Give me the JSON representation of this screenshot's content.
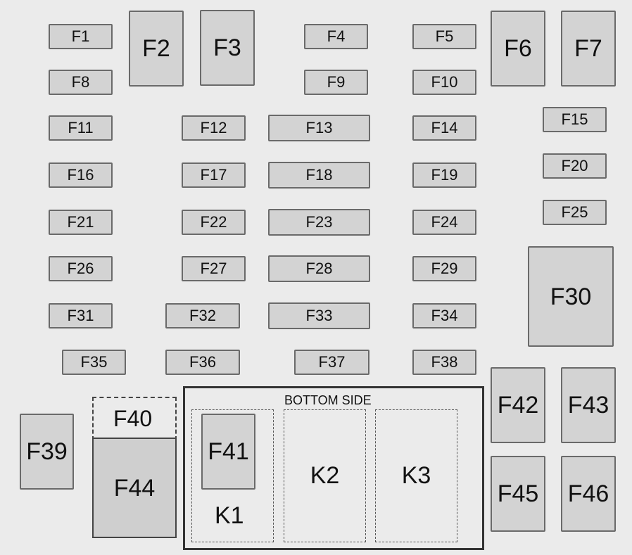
{
  "small_fuses": [
    "F1",
    "F4",
    "F5",
    "F8",
    "F9",
    "F10",
    "F11",
    "F12",
    "F13",
    "F14",
    "F15",
    "F16",
    "F17",
    "F18",
    "F19",
    "F20",
    "F21",
    "F22",
    "F23",
    "F24",
    "F25",
    "F26",
    "F27",
    "F28",
    "F29",
    "F31",
    "F32",
    "F33",
    "F34",
    "F35",
    "F36",
    "F37",
    "F38"
  ],
  "large_fuses": [
    "F2",
    "F3",
    "F6",
    "F7",
    "F39",
    "F42",
    "F43",
    "F45",
    "F46",
    "F30"
  ],
  "lower_left": {
    "f40": "F40",
    "f44": "F44"
  },
  "bottom_side": {
    "title": "BOTTOM SIDE",
    "k1": "K1",
    "k2": "K2",
    "k3": "K3",
    "f41": "F41"
  },
  "colors": {
    "background": "#ebebeb",
    "fuse_fill": "#d3d3d3",
    "fuse_border": "#6a6a6a",
    "f44_fill": "#cfcfcf"
  }
}
